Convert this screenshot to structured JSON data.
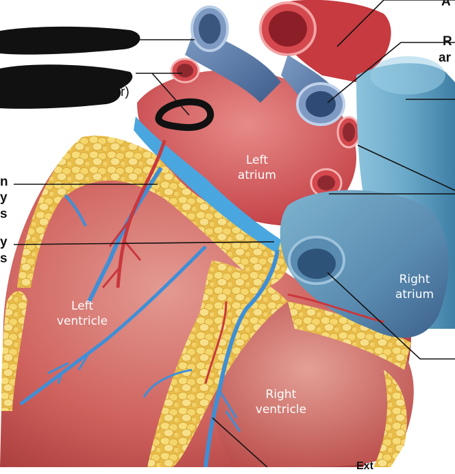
{
  "labels": {
    "left_atrium": [
      "Left",
      "atrium"
    ],
    "right_atrium": [
      "Right",
      "atrium"
    ],
    "left_ventricle": [
      "Left",
      "ventricle"
    ],
    "right_ventricle": [
      "Right",
      "ventricle"
    ]
  },
  "cropped_text": {
    "top_right": "A",
    "right_1": "R",
    "right_2": "ar",
    "left_1": "n",
    "left_2": "y",
    "left_3": "s",
    "left_4": "y",
    "left_5": "s",
    "left_redacted_tail": "r)",
    "bottom_right": "Ext"
  },
  "colors": {
    "heart_muscle": "#cc5b57",
    "artery_red": "#c9383d",
    "vein_blue": "#5a87b8",
    "light_blue_vessel": "#6aa9c9",
    "fat_yellow": "#f0cf62",
    "coronary_vein": "#3f8fd6",
    "redaction": "#111111"
  }
}
